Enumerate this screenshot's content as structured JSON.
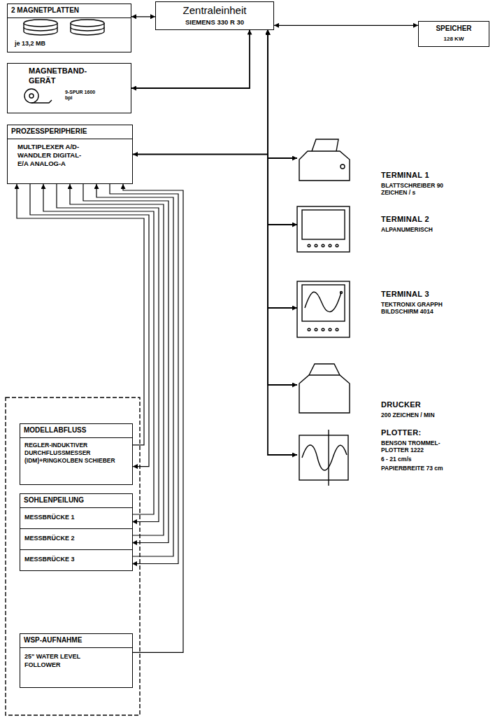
{
  "diagram": {
    "nodes": [
      {
        "text": [
          "2 MAGNETPLATTEN",
          "je 13,2 MB"
        ]
      },
      {
        "text": [
          "Zentraleinheit",
          "SIEMENS 330 R 30"
        ]
      },
      {
        "text": [
          "SPEICHER",
          "128 KW"
        ]
      },
      {
        "text": [
          "MAGNETBAND- GERÄT",
          "9-SPUR 1600 bpi"
        ]
      },
      {
        "text": [
          "TERMINAL 1",
          "BLATTSCHREIBER 90 ZEICHEN / s"
        ]
      },
      {
        "text": [
          "TERMINAL 2",
          "ALPANUMERISCH"
        ]
      },
      {
        "text": [
          "PROZESSPERIPHERIE",
          "MULTIPLEXER A/D-WANDLER DIGITAL-E/A ANALOG-A"
        ]
      },
      {
        "text": [
          "TERMINAL 3",
          "TEKTRONIX GRAPPH BILDSCHIRM 4014"
        ]
      },
      {
        "text": [
          "DRUCKER",
          "200 ZEICHEN / MIN"
        ]
      },
      {
        "text": [
          "PLOTTER:",
          "BENSON TROMMEL- PLOTTER 1222",
          "6 - 21 cm/s",
          "PAPIERBREITE 73 cm"
        ]
      },
      {
        "text": [
          "MODELLABFLUSS",
          "REGLER-INDUKTIVER DURCHFLUSSMESSER (IDM)+RINGKOLBEN SCHIEBER"
        ]
      },
      {
        "text": [
          "SOHLENPEILUNG"
        ]
      },
      {
        "text": [
          "MESSBRÜCKE 1"
        ],
        "in": 11
      },
      {
        "text": [
          "MESSBRÜCKE 2"
        ],
        "in": 11
      },
      {
        "text": [
          "MESSBRÜCKE 3"
        ],
        "in": 11
      },
      {
        "text": [
          "WSP-AUFNAHME",
          "25\" WATER LEVEL FOLLOWER"
        ]
      }
    ],
    "edges": [
      {
        "from": 1,
        "to": 0,
        "arrow": "both"
      },
      {
        "from": 1,
        "to": 2,
        "arrow": "both"
      },
      {
        "from": 1,
        "to": 3,
        "arrow": "both"
      },
      {
        "from": 1,
        "to": 4,
        "arrow": "both"
      },
      {
        "from": 1,
        "to": 5,
        "arrow": "both"
      },
      {
        "from": 1,
        "to": 6,
        "arrow": "both"
      },
      {
        "from": 1,
        "to": 7,
        "arrow": "both"
      },
      {
        "from": 1,
        "to": 8,
        "arrow": "both"
      },
      {
        "from": 1,
        "to": 9,
        "arrow": "both"
      },
      {
        "from": 10,
        "to": 6,
        "arrow": "to"
      },
      {
        "from": 6,
        "to": 10,
        "arrow": "to"
      },
      {
        "from": 12,
        "to": 6,
        "arrow": "to"
      },
      {
        "from": 6,
        "to": 12,
        "arrow": "to"
      },
      {
        "from": 13,
        "to": 6,
        "arrow": "to"
      },
      {
        "from": 6,
        "to": 13,
        "arrow": "to"
      },
      {
        "from": 14,
        "to": 6,
        "arrow": "to"
      },
      {
        "from": 6,
        "to": 14,
        "arrow": "to"
      },
      {
        "from": 15,
        "to": 6,
        "arrow": "to"
      }
    ]
  }
}
